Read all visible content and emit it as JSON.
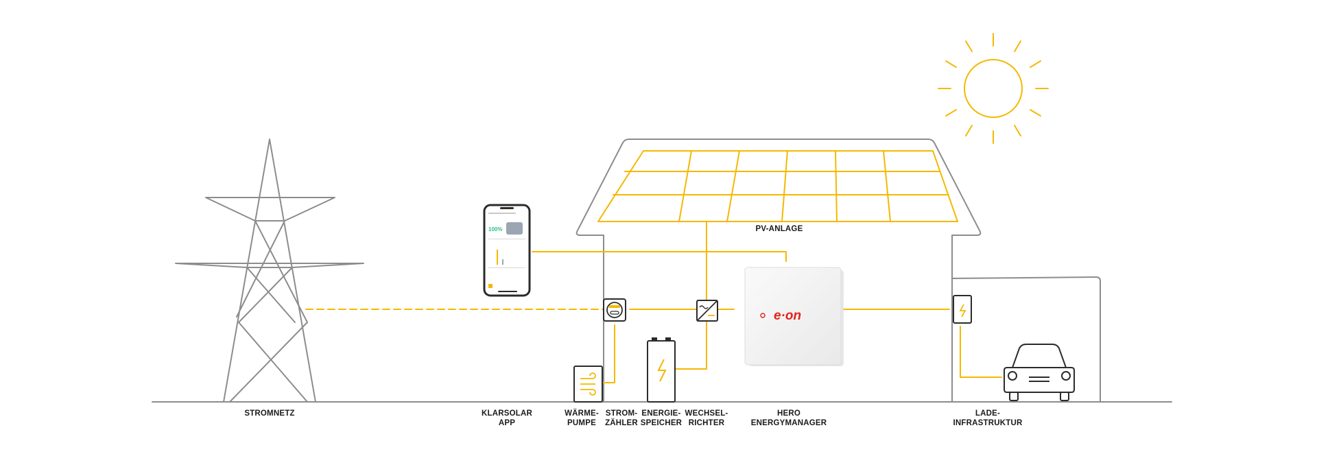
{
  "colors": {
    "accent": "#f5b800",
    "line_gray": "#8c8c8c",
    "brand_red": "#e2231a",
    "app_green": "#2ebd85"
  },
  "icons": [
    "sun-icon",
    "pylon-icon",
    "smartphone-icon",
    "meter-icon",
    "inverter-icon",
    "battery-icon",
    "heat-pump-icon",
    "wallbox-icon",
    "car-icon"
  ],
  "labels": {
    "pv": "PV-ANLAGE",
    "stromnetz": "STROMNETZ",
    "app_1": "KLARSOLAR",
    "app_2": "APP",
    "waerme_1": "WÄRME-",
    "waerme_2": "PUMPE",
    "strom_1": "STROM-",
    "strom_2": "ZÄHLER",
    "speicher_1": "ENERGIE-",
    "speicher_2": "SPEICHER",
    "wechsel_1": "WECHSEL-",
    "wechsel_2": "RICHTER",
    "hero_1": "HERO",
    "hero_2": "ENERGYMANAGER",
    "lade_1": "LADE-",
    "lade_2": "INFRASTRUKTUR"
  },
  "brand": {
    "logo": "e·on"
  },
  "phone": {
    "value": "100%"
  }
}
